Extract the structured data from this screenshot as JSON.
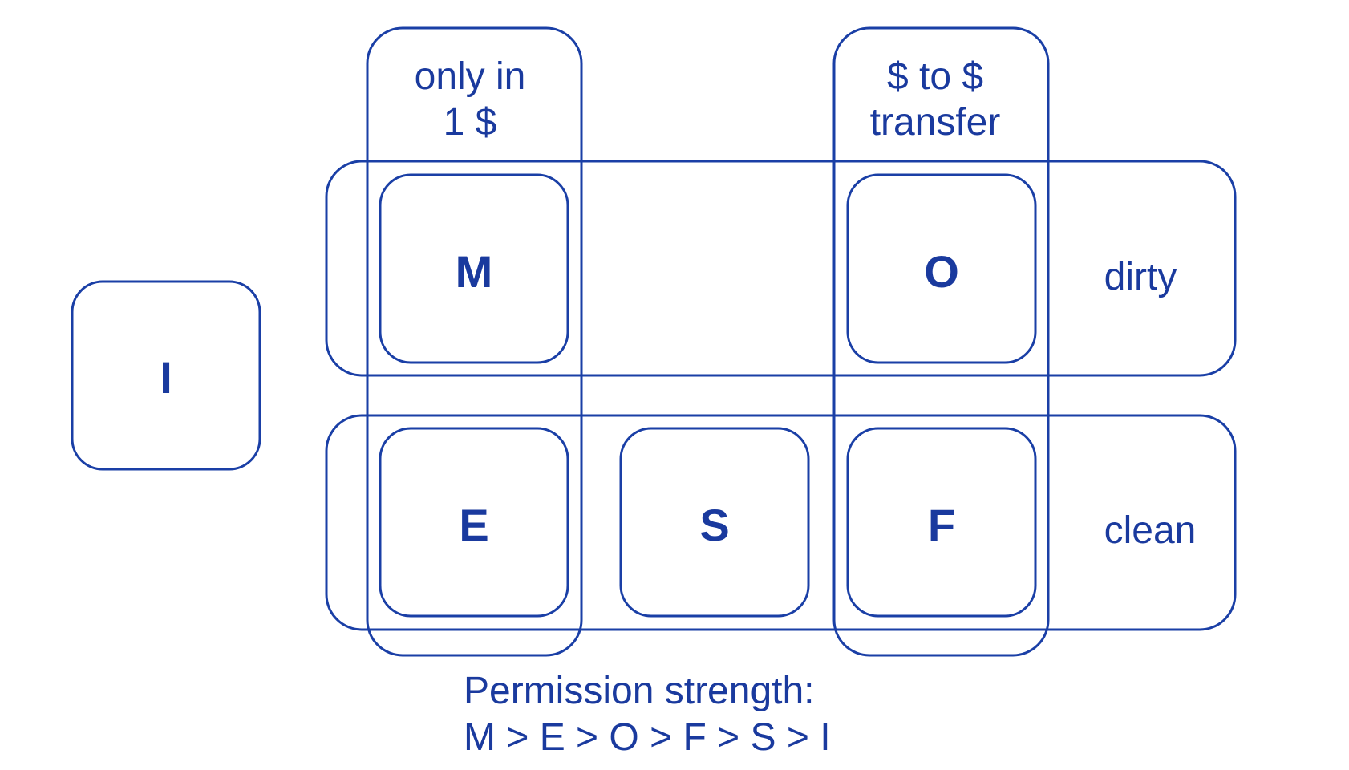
{
  "groups": {
    "only_in_one_cache": [
      "only in",
      "1 $"
    ],
    "cache_to_cache_transfer": [
      "$ to $",
      "transfer"
    ],
    "dirty": "dirty",
    "clean": "clean"
  },
  "states": {
    "I": "I",
    "M": "M",
    "O": "O",
    "E": "E",
    "S": "S",
    "F": "F"
  },
  "caption": {
    "line1": "Permission strength:",
    "line2": "M > E > O > F > S > I"
  },
  "colors": {
    "stroke": "#1a3fa6",
    "text": "#1a3a9e"
  }
}
